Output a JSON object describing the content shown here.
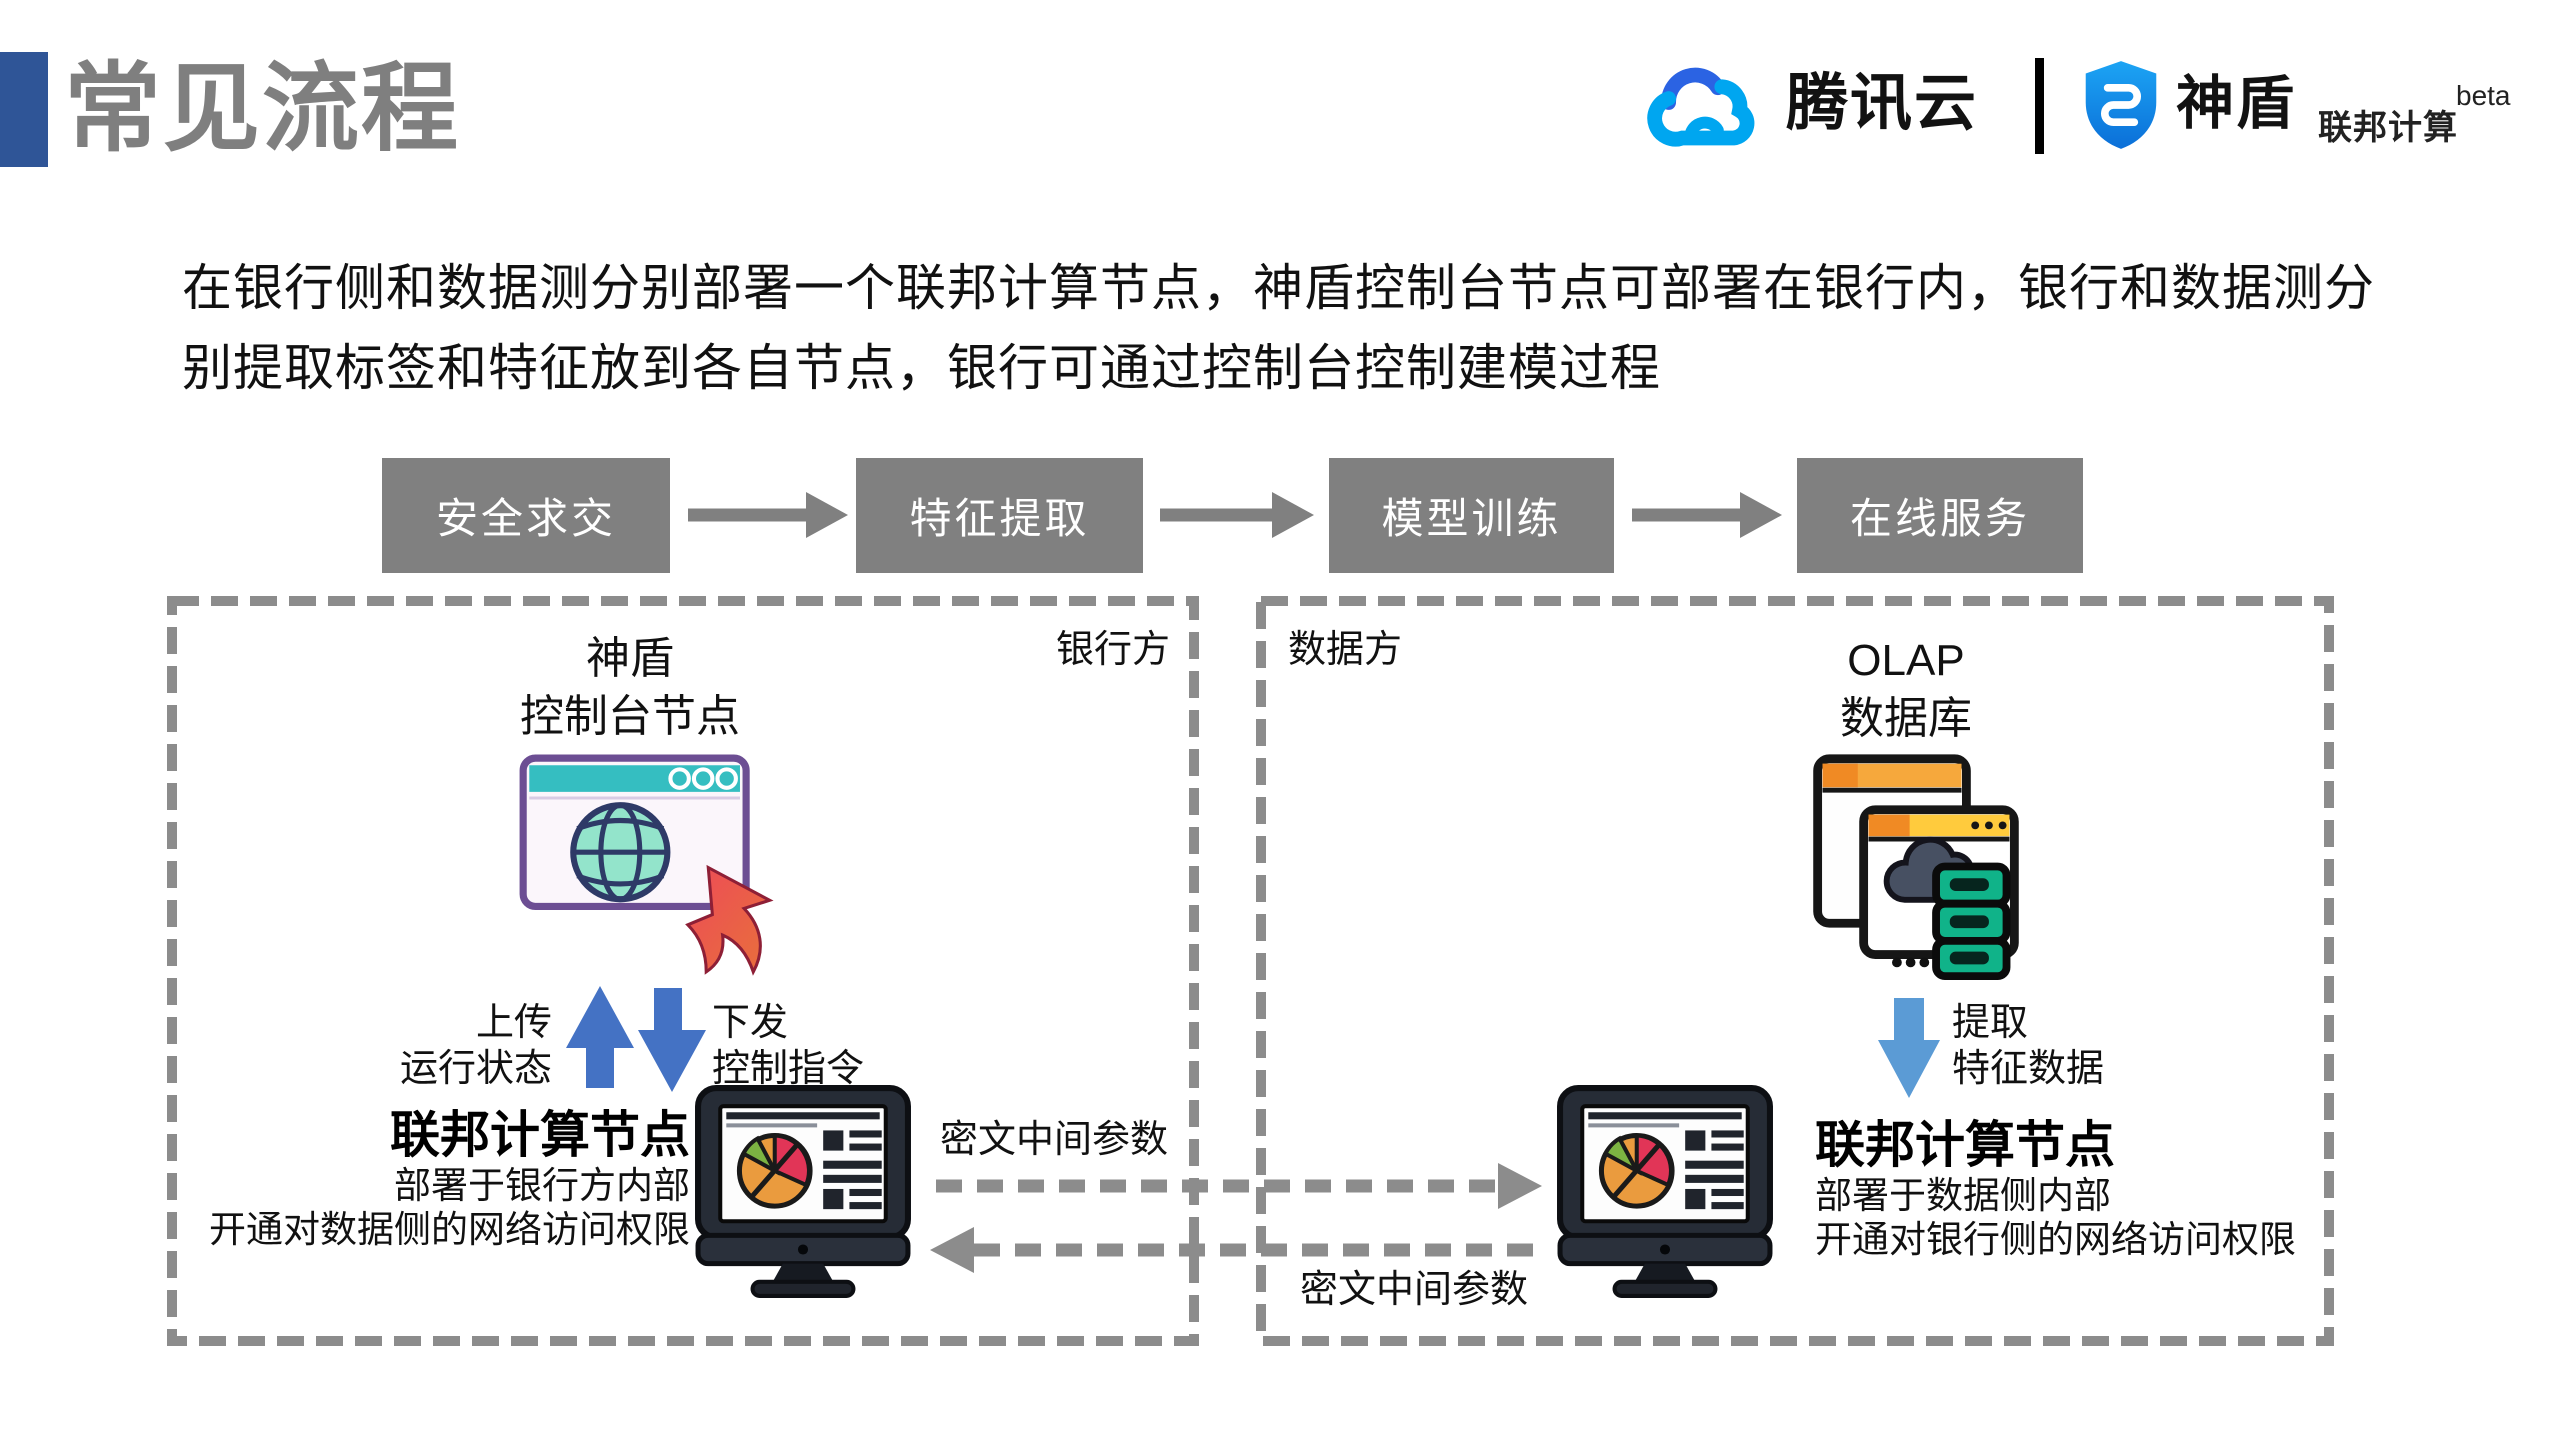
{
  "page": {
    "title": "常见流程"
  },
  "logos": {
    "tencent_cloud": "腾讯云",
    "shield_name": "神盾",
    "shield_sub": "联邦计算",
    "beta": "beta"
  },
  "intro": {
    "line1": "在银行侧和数据测分别部署一个联邦计算节点，神盾控制台节点可部署在银行内，银行和数据测分",
    "line2": "别提取标签和特征放到各自节点，银行可通过控制台控制建模过程"
  },
  "flow_steps": [
    {
      "label": "安全求交"
    },
    {
      "label": "特征提取"
    },
    {
      "label": "模型训练"
    },
    {
      "label": "在线服务"
    }
  ],
  "bank_side": {
    "corner_label": "银行方",
    "console_title_line1": "神盾",
    "console_title_line2": "控制台节点",
    "upload_label_line1": "上传",
    "upload_label_line2": "运行状态",
    "download_label_line1": "下发",
    "download_label_line2": "控制指令",
    "node_title": "联邦计算节点",
    "node_desc_line1": "部署于银行方内部",
    "node_desc_line2": "开通对数据侧的网络访问权限"
  },
  "data_side": {
    "corner_label": "数据方",
    "db_title_line1": "OLAP",
    "db_title_line2": "数据库",
    "extract_label_line1": "提取",
    "extract_label_line2": "特征数据",
    "node_title": "联邦计算节点",
    "node_desc_line1": "部署于数据侧内部",
    "node_desc_line2": "开通对银行侧的网络访问权限"
  },
  "exchange": {
    "to_data_label": "密文中间参数",
    "to_bank_label": "密文中间参数"
  },
  "colors": {
    "accent_blue": "#2F5597",
    "title_gray": "#7F7F7F",
    "box_gray": "#808080",
    "dashed_gray": "#8C8C8C",
    "arrow_blue": "#4472C4",
    "arrow_light_blue": "#5B9BD5",
    "tencent_blue": "#2B63E3",
    "tencent_cyan": "#00A6F0",
    "shield_blue": "#129AEE",
    "browser_titlebar_teal": "#35BEC1",
    "globe_mint": "#93E4CB",
    "cursor_red": "#E23B4E",
    "olap_yellow": "#F6B93B",
    "db_green": "#10B389"
  }
}
